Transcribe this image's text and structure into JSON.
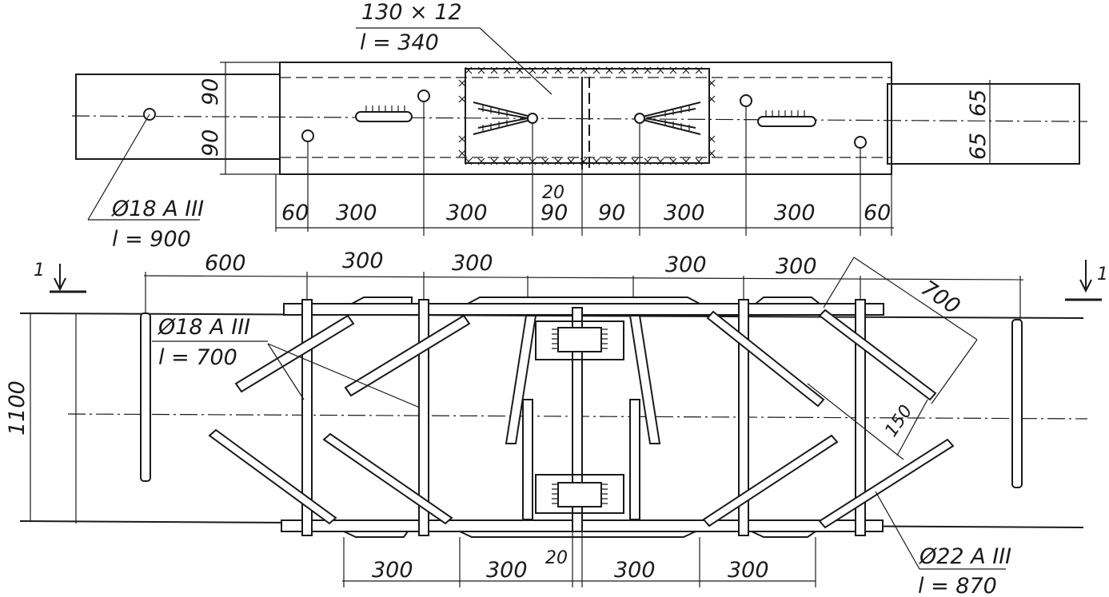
{
  "plan": {
    "plate_label": "130 × 12",
    "plate_length": "l = 340",
    "bar_label": "Ø18 A III",
    "bar_length": "l = 900",
    "dim_left": [
      "90",
      "90"
    ],
    "dim_right": [
      "65",
      "65"
    ],
    "bottom_dims": [
      "60",
      "300",
      "300",
      "20",
      "90",
      "90",
      "300",
      "300",
      "60"
    ]
  },
  "elevation": {
    "section_mark": "1",
    "height": "1100",
    "top_dims": [
      "600",
      "300",
      "300",
      "300",
      "300"
    ],
    "diag_dim": "700",
    "diag_spacing": "150",
    "bar_label": "Ø18 A III",
    "bar_length": "l = 700",
    "bar2_label": "Ø22 A III",
    "bar2_length": "l = 870",
    "bottom_dims": [
      "300",
      "300",
      "20",
      "300",
      "300"
    ]
  }
}
